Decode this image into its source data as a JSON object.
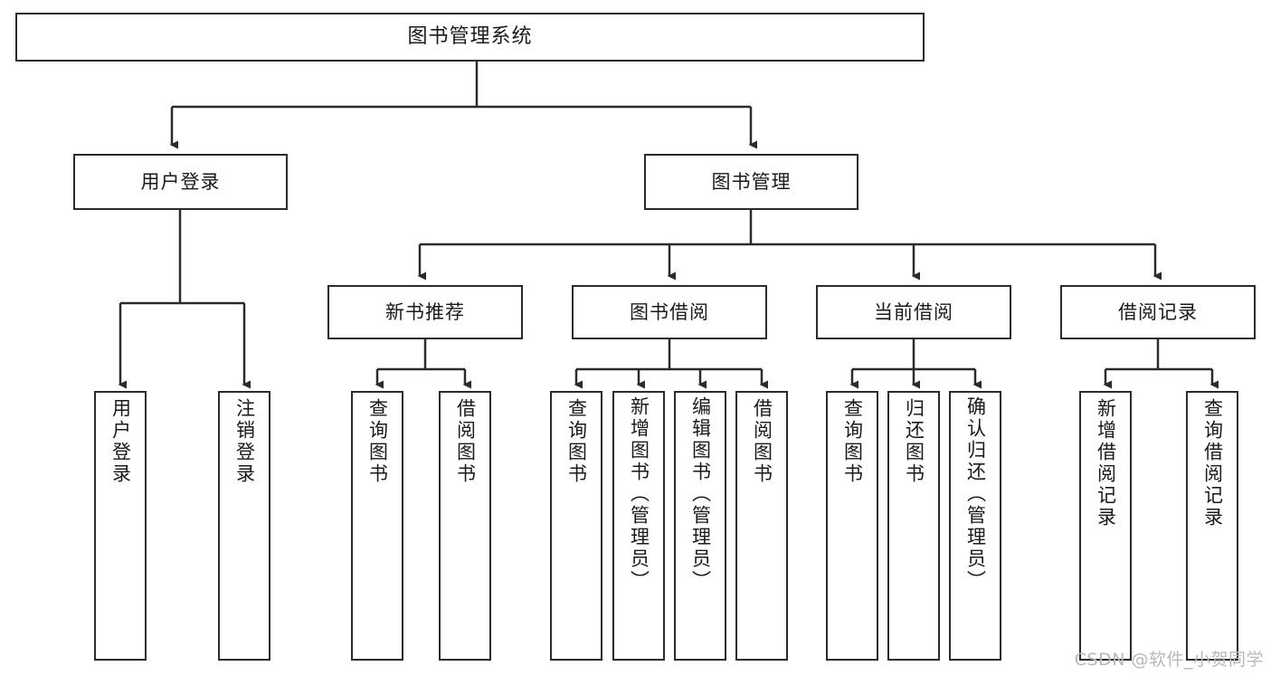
{
  "diagram": {
    "type": "tree",
    "title": "图书管理系统",
    "stroke_color": "#2b2b2b",
    "fill_color": "#ffffff",
    "text_color": "#1a1a1a",
    "root": {
      "label": "图书管理系统"
    },
    "level2": [
      {
        "label": "用户登录"
      },
      {
        "label": "图书管理"
      }
    ],
    "level3": [
      {
        "label": "新书推荐"
      },
      {
        "label": "图书借阅"
      },
      {
        "label": "当前借阅"
      },
      {
        "label": "借阅记录"
      }
    ],
    "leaves": {
      "user_login": [
        {
          "label": "用户登录"
        },
        {
          "label": "注销登录"
        }
      ],
      "new_book": [
        {
          "label": "查询图书"
        },
        {
          "label": "借阅图书"
        }
      ],
      "borrow_book": [
        {
          "label": "查询图书"
        },
        {
          "label": "新增图书（管理员）"
        },
        {
          "label": "编辑图书（管理员）"
        },
        {
          "label": "借阅图书"
        }
      ],
      "current_borrow": [
        {
          "label": "查询图书"
        },
        {
          "label": "归还图书"
        },
        {
          "label": "确认归还（管理员）"
        }
      ],
      "borrow_record": [
        {
          "label": "新增借阅记录"
        },
        {
          "label": "查询借阅记录"
        }
      ]
    }
  },
  "watermark": {
    "text": "CSDN @软件_小贺同学"
  }
}
